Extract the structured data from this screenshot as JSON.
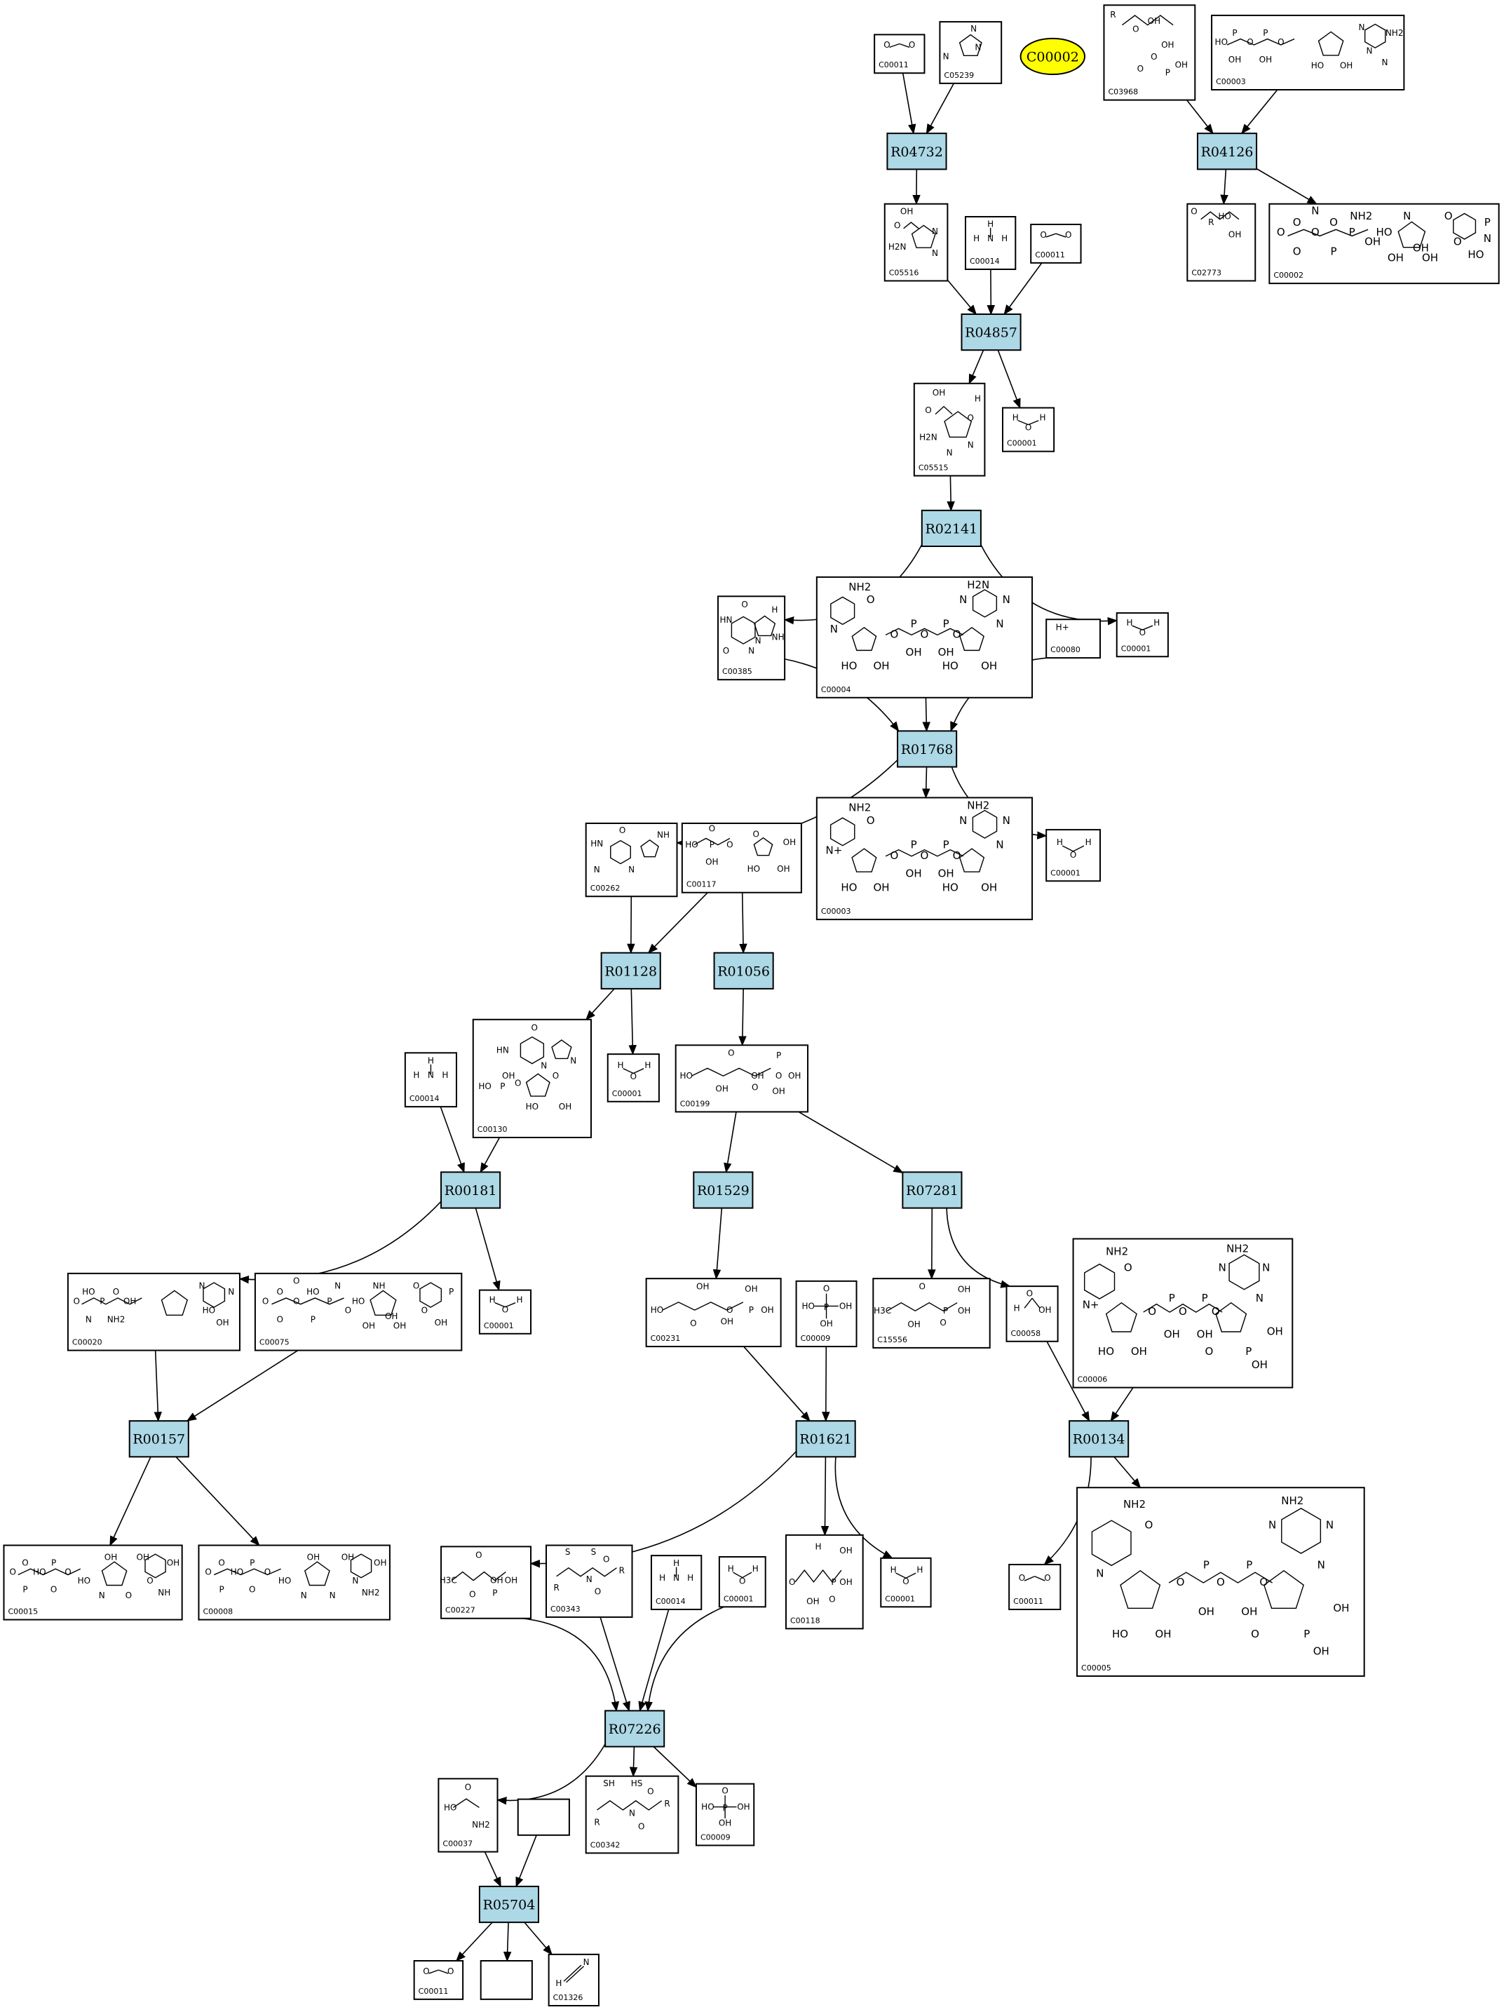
{
  "highlight": "C00002",
  "colors": {
    "reaction_fill": "#add8e6",
    "highlight_fill": "#ffff00"
  },
  "reactions": [
    "R04732",
    "R04126",
    "R04857",
    "R02141",
    "R01768",
    "R01128",
    "R01056",
    "R00181",
    "R01529",
    "R07281",
    "R00157",
    "R01621",
    "R00134",
    "R07226",
    "R05704"
  ],
  "compounds": {
    "c1": {
      "id": "C00011",
      "atoms": [
        "O",
        "O"
      ]
    },
    "c2": {
      "id": "C05239",
      "atoms": [
        "N",
        "N",
        "N"
      ]
    },
    "c3": {
      "id": "C03968",
      "atoms": [
        "R",
        "O",
        "OH",
        "OH",
        "OH",
        "O",
        "P",
        "O"
      ]
    },
    "c4": {
      "id": "C00003",
      "atoms": [
        "HO",
        "P",
        "O",
        "P",
        "O",
        "OH",
        "OH",
        "N",
        "NH2",
        "N",
        "N",
        "HO",
        "OH"
      ]
    },
    "c5": {
      "id": "C05516",
      "atoms": [
        "OH",
        "O",
        "H2N",
        "N",
        "N"
      ]
    },
    "c6": {
      "id": "C00014",
      "atoms": [
        "H",
        "N",
        "H",
        "H"
      ]
    },
    "c7": {
      "id": "C00011",
      "atoms": [
        "O",
        "O"
      ]
    },
    "c8": {
      "id": "C02773",
      "atoms": [
        "O",
        "R",
        "HO",
        "OH"
      ]
    },
    "c9": {
      "id": "C00002",
      "atoms": [
        "O",
        "O",
        "O",
        "O",
        "P",
        "O",
        "P",
        "O",
        "P",
        "O",
        "HO",
        "OH",
        "OH",
        "OH",
        "N",
        "NH2",
        "N",
        "HO",
        "OH",
        "N"
      ]
    },
    "c10": {
      "id": "C05515",
      "atoms": [
        "OH",
        "O",
        "H2N",
        "O",
        "N",
        "N",
        "H"
      ]
    },
    "c11": {
      "id": "C00001",
      "atoms": [
        "H",
        "O",
        "H"
      ]
    },
    "c12": {
      "id": "C00001",
      "atoms": [
        "H",
        "O",
        "H"
      ]
    },
    "c13": {
      "id": "C00385",
      "atoms": [
        "O",
        "HN",
        "O",
        "N",
        "H",
        "NH",
        "N"
      ]
    },
    "c14": {
      "id": "C00004",
      "atoms": [
        "NH2",
        "O",
        "N",
        "O",
        "P",
        "O",
        "P",
        "O",
        "OH",
        "OH",
        "H2N",
        "N",
        "N",
        "N",
        "HO",
        "OH",
        "HO",
        "OH"
      ]
    },
    "c15": {
      "id": "C00080",
      "atoms": [
        "H+"
      ]
    },
    "c16": {
      "id": "C00262",
      "atoms": [
        "O",
        "HN",
        "N",
        "N",
        "NH"
      ]
    },
    "c17": {
      "id": "C00117",
      "atoms": [
        "O",
        "HO",
        "P",
        "O",
        "OH",
        "O",
        "OH",
        "HO",
        "OH"
      ]
    },
    "c18": {
      "id": "C00003",
      "atoms": [
        "NH2",
        "O",
        "N+",
        "O",
        "P",
        "O",
        "P",
        "O",
        "OH",
        "OH",
        "NH2",
        "N",
        "N",
        "N",
        "HO",
        "OH",
        "HO",
        "OH"
      ]
    },
    "c19": {
      "id": "C00001",
      "atoms": [
        "H",
        "O",
        "H"
      ]
    },
    "c20": {
      "id": "C00130",
      "atoms": [
        "O",
        "HN",
        "N",
        "N",
        "OH",
        "HO",
        "P",
        "O",
        "O",
        "HO",
        "OH"
      ]
    },
    "c21": {
      "id": "C00001",
      "atoms": [
        "H",
        "O",
        "H"
      ]
    },
    "c22": {
      "id": "C00014",
      "atoms": [
        "H",
        "N",
        "H",
        "H"
      ]
    },
    "c23": {
      "id": "C00199",
      "atoms": [
        "HO",
        "O",
        "OH",
        "O",
        "OH",
        "O",
        "P",
        "OH",
        "OH"
      ]
    },
    "c24": {
      "id": "C00001",
      "atoms": [
        "H",
        "O",
        "H"
      ]
    },
    "c25": {
      "id": "C00020",
      "atoms": [
        "O",
        "HO",
        "P",
        "O",
        "OH",
        "N",
        "NH2",
        "N",
        "N",
        "HO",
        "OH"
      ]
    },
    "c26": {
      "id": "C00075",
      "atoms": [
        "O",
        "O",
        "O",
        "HO",
        "P",
        "O",
        "P",
        "O",
        "P",
        "O",
        "OH",
        "OH",
        "OH",
        "O",
        "NH",
        "N",
        "O",
        "HO",
        "OH"
      ]
    },
    "c27": {
      "id": "C00231",
      "atoms": [
        "HO",
        "OH",
        "O",
        "OH",
        "O",
        "P",
        "OH",
        "OH"
      ]
    },
    "c28": {
      "id": "C00009",
      "atoms": [
        "O",
        "HO",
        "P",
        "OH",
        "OH"
      ]
    },
    "c29": {
      "id": "C15556",
      "atoms": [
        "H3C",
        "O",
        "OH",
        "O",
        "P",
        "OH",
        "OH"
      ]
    },
    "c30": {
      "id": "C00058",
      "atoms": [
        "O",
        "H",
        "OH"
      ]
    },
    "c31": {
      "id": "C00006",
      "atoms": [
        "NH2",
        "O",
        "N+",
        "O",
        "P",
        "O",
        "P",
        "O",
        "OH",
        "OH",
        "NH2",
        "N",
        "N",
        "N",
        "HO",
        "OH",
        "O",
        "P",
        "OH",
        "OH"
      ]
    },
    "c32": {
      "id": "C00015",
      "atoms": [
        "O",
        "O",
        "HO",
        "P",
        "O",
        "P",
        "O",
        "OH",
        "OH",
        "O",
        "NH",
        "N",
        "O",
        "HO",
        "OH"
      ]
    },
    "c33": {
      "id": "C00008",
      "atoms": [
        "O",
        "O",
        "HO",
        "P",
        "O",
        "P",
        "O",
        "OH",
        "OH",
        "N",
        "NH2",
        "N",
        "N",
        "HO",
        "OH"
      ]
    },
    "c34": {
      "id": "C00227",
      "atoms": [
        "H3C",
        "O",
        "O",
        "P",
        "OH",
        "OH"
      ]
    },
    "c35": {
      "id": "C00343",
      "atoms": [
        "S",
        "S",
        "R",
        "N",
        "O",
        "R",
        "O"
      ]
    },
    "c36": {
      "id": "C00014",
      "atoms": [
        "H",
        "N",
        "H",
        "H"
      ]
    },
    "c37": {
      "id": "C00001",
      "atoms": [
        "H",
        "O",
        "H"
      ]
    },
    "c38": {
      "id": "C00118",
      "atoms": [
        "O",
        "H",
        "OH",
        "O",
        "P",
        "OH",
        "OH"
      ]
    },
    "c39": {
      "id": "C00001",
      "atoms": [
        "H",
        "O",
        "H"
      ]
    },
    "c40": {
      "id": "C00011",
      "atoms": [
        "O",
        "O"
      ]
    },
    "c41": {
      "id": "C00005",
      "atoms": [
        "NH2",
        "O",
        "N",
        "O",
        "P",
        "O",
        "P",
        "O",
        "OH",
        "OH",
        "NH2",
        "N",
        "N",
        "N",
        "HO",
        "OH",
        "O",
        "P",
        "OH",
        "OH"
      ]
    },
    "c42": {
      "id": "C00037",
      "atoms": [
        "O",
        "HO",
        "NH2"
      ]
    },
    "c43": {
      "id": "C00342",
      "atoms": [
        "SH",
        "HS",
        "R",
        "N",
        "O",
        "R",
        "O"
      ]
    },
    "c44": {
      "id": "C00009",
      "atoms": [
        "O",
        "HO",
        "P",
        "OH",
        "OH"
      ]
    },
    "c45": {
      "id": "",
      "atoms": []
    },
    "c46": {
      "id": "C00011",
      "atoms": [
        "O",
        "O"
      ]
    },
    "c47": {
      "id": "",
      "atoms": []
    },
    "c48": {
      "id": "C01326",
      "atoms": [
        "N",
        "H"
      ]
    }
  }
}
